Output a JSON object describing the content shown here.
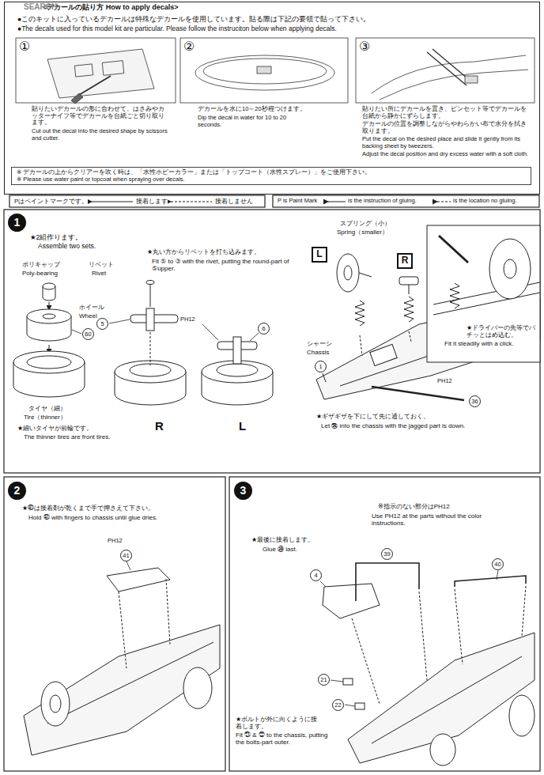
{
  "diagram": {
    "nodes": [
      {
        "text": [
          "<デカールの貼り方 How to apply decals>"
        ]
      },
      {
        "text": [
          "※ デカールの上からクリアーを吹く時は、「水性ホビーカラー」または「トップコート（水性スプレー）」をご使用下さい。",
          "※ Please use water paint or topcoat when spraying over decals."
        ],
        "in": 0
      },
      {
        "text": [
          "1"
        ]
      },
      {
        "text": [
          "L"
        ]
      },
      {
        "text": [
          "R"
        ]
      },
      {
        "text": [
          "2"
        ]
      },
      {
        "text": [
          "3"
        ]
      }
    ],
    "labels": [
      "SEARCH",
      "●このキットに入っているデカールは特殊なデカールを使用しています。貼る際は下記の要領で貼って下さい。",
      "●The decals used for this model kit are particular. Please follow the instruciton below when applying decals.",
      "①",
      "貼りたいデカールの形に合わせて、はさみやカッターナイフ等でデカールを台紙ごと切り取ります。",
      "Cut out the decal into the desired shape by scissors and cutter.",
      "②",
      "デカールを水に10～20秒程つけます。",
      "Dip the decal in water for 10 to 20 seconds.",
      "③",
      "貼りたい所にデカールを置き、ピンセット等でデカールを台紙から静かにずらします。",
      "デカールの位置を調整しながらやわらかい布で水分を拭き取ります。",
      "Put the decal on the desired place and slide it gently from its backing sheet by tweezers.",
      "Adjust the decal position and dry excess water with a soft cloth.",
      "Pはペイントマークです。",
      "P is Paint Mark",
      "★2組作ります。",
      "Assemble two sets.",
      "ポリキャップ",
      "Poly-bearing",
      "ホイール",
      "Wheel",
      "60",
      "タイヤ（細）",
      "Tire（thinner）",
      "★細いタイヤが前輪です。",
      "The thinner tires are front tires.",
      "リベット",
      "Rivet",
      "5",
      "★丸い方からリベットを打ち込みます。",
      "Fit ⑤ to ③ with the rivet, putting the round-part of ⑤upper.",
      "PH12",
      "6",
      "R",
      "L",
      "スプリング（小）",
      "Spring（smaller）",
      "シャーシ",
      "Chassis",
      "1",
      "PH12",
      "36",
      "★ギザギザを下にして先に通しておく。",
      "Let ㊱ into the chassis with the jagged part is down.",
      "★ドライバーの先等でパチッとはめ込む。",
      "Fit it steadily with a click.",
      "★㊶は接着剤が乾くまで手で押さえて下さい。",
      "Hold ㊶ with fingers to chassis until glue dries.",
      "PH12",
      "41",
      "※指示のない部分はPH12",
      "Use PH12 at the parts without the color instructions.",
      "★最後に接着します。",
      "Glue ㊴ last.",
      "39",
      "40",
      "4",
      "21",
      "22",
      "★ボルトが外に向くように接着します。",
      "Fit ㉑ & ㉒ to the chassis, putting the bolts-part outer."
    ],
    "legend": [
      {
        "text": "接着します"
      },
      {
        "text": "接着しません"
      },
      {
        "text": "is the instruction of gluing."
      },
      {
        "text": "is the location no gluing."
      }
    ]
  }
}
